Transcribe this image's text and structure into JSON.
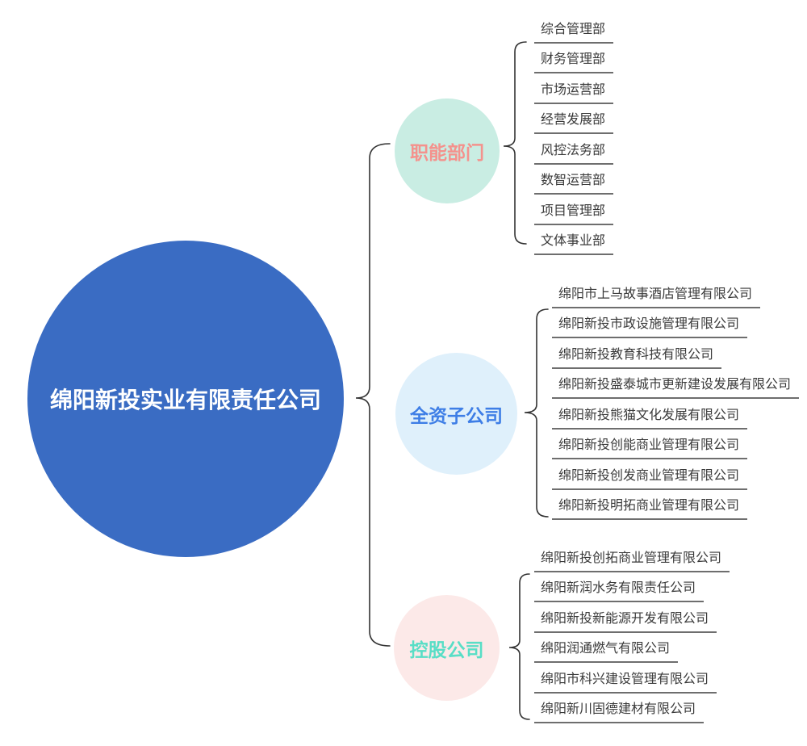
{
  "root": {
    "label": "绵阳新投实业有限责任公司",
    "circle_color": "#3a6cc3",
    "label_color": "#ffffff"
  },
  "branches": [
    {
      "label": "职能部门",
      "circle_color": "#c9ede3",
      "label_color": "#f4928d",
      "children": [
        "综合管理部",
        "财务管理部",
        "市场运营部",
        "经营发展部",
        "风控法务部",
        "数智运营部",
        "项目管理部",
        "文体事业部"
      ]
    },
    {
      "label": "全资子公司",
      "circle_color": "#dff0fb",
      "label_color": "#3e7ee6",
      "children": [
        "绵阳市上马故事酒店管理有限公司",
        "绵阳新投市政设施管理有限公司",
        "绵阳新投教育科技有限公司",
        "绵阳新投盛泰城市更新建设发展有限公司",
        "绵阳新投熊猫文化发展有限公司",
        "绵阳新投创能商业管理有限公司",
        "绵阳新投创发商业管理有限公司",
        "绵阳新投明拓商业管理有限公司"
      ]
    },
    {
      "label": "控股公司",
      "circle_color": "#fce9e8",
      "label_color": "#58dec6",
      "children": [
        "绵阳新投创拓商业管理有限公司",
        "绵阳新润水务有限责任公司",
        "绵阳新投新能源开发有限公司",
        "绵阳润通燃气有限公司",
        "绵阳市科兴建设管理有限公司",
        "绵阳新川固德建材有限公司"
      ]
    }
  ],
  "colors": {
    "background": "#ffffff",
    "connector_line": "#333333",
    "leaf_underline": "#6e6e6e",
    "leaf_text": "#3a3a3a"
  }
}
